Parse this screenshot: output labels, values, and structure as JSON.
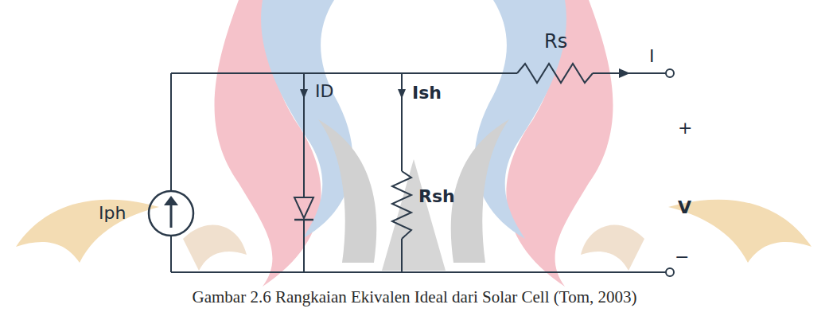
{
  "diagram": {
    "caption": "Gambar 2.6 Rangkaian Ekivalen Ideal dari Solar Cell (Tom, 2003)",
    "labels": [
      "Rs",
      "I",
      "+",
      "ID",
      "Ish",
      "Iph",
      "Rsh",
      "V",
      "−"
    ]
  }
}
